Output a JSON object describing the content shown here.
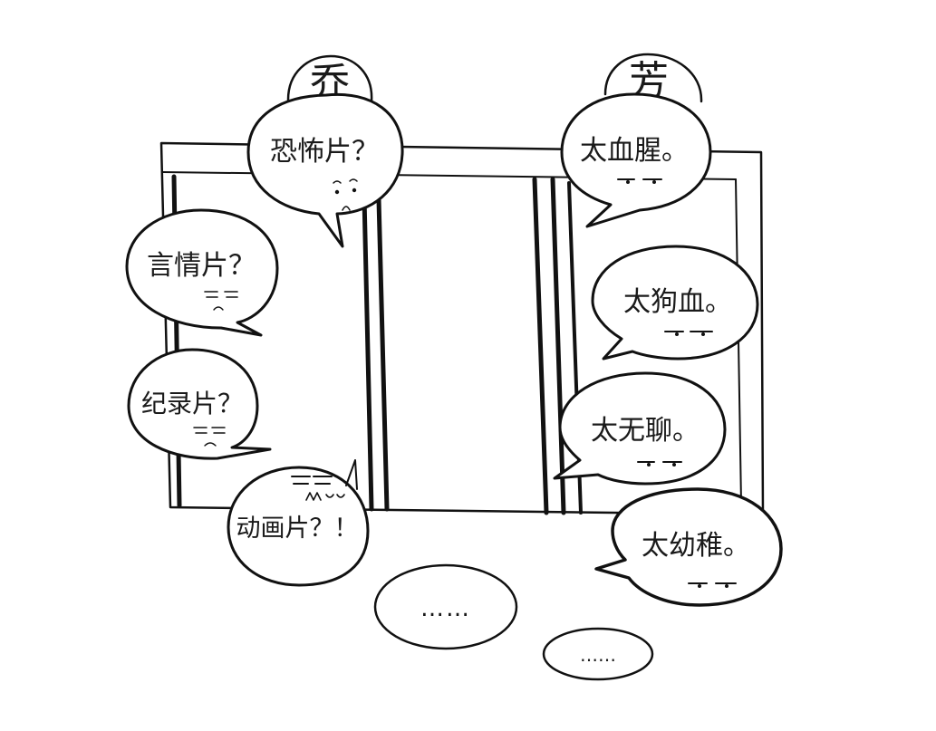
{
  "characters": {
    "left": {
      "name": "乔"
    },
    "right": {
      "name": "芳"
    }
  },
  "left_bubbles": [
    {
      "id": "horror",
      "text": "恐怖片？"
    },
    {
      "id": "romance",
      "text": "言情片？"
    },
    {
      "id": "documentary",
      "text": "纪录片？"
    },
    {
      "id": "animation",
      "text": "动画片？！"
    }
  ],
  "right_bubbles": [
    {
      "id": "gory",
      "text": "太血腥。"
    },
    {
      "id": "melodramatic",
      "text": "太狗血。"
    },
    {
      "id": "boring",
      "text": "太无聊。"
    },
    {
      "id": "childish",
      "text": "太幼稚。"
    }
  ],
  "silence": [
    {
      "id": "silence-large",
      "text": "……"
    },
    {
      "id": "silence-small",
      "text": "……"
    }
  ],
  "colors": {
    "ink": "#111111",
    "paper": "#ffffff"
  }
}
